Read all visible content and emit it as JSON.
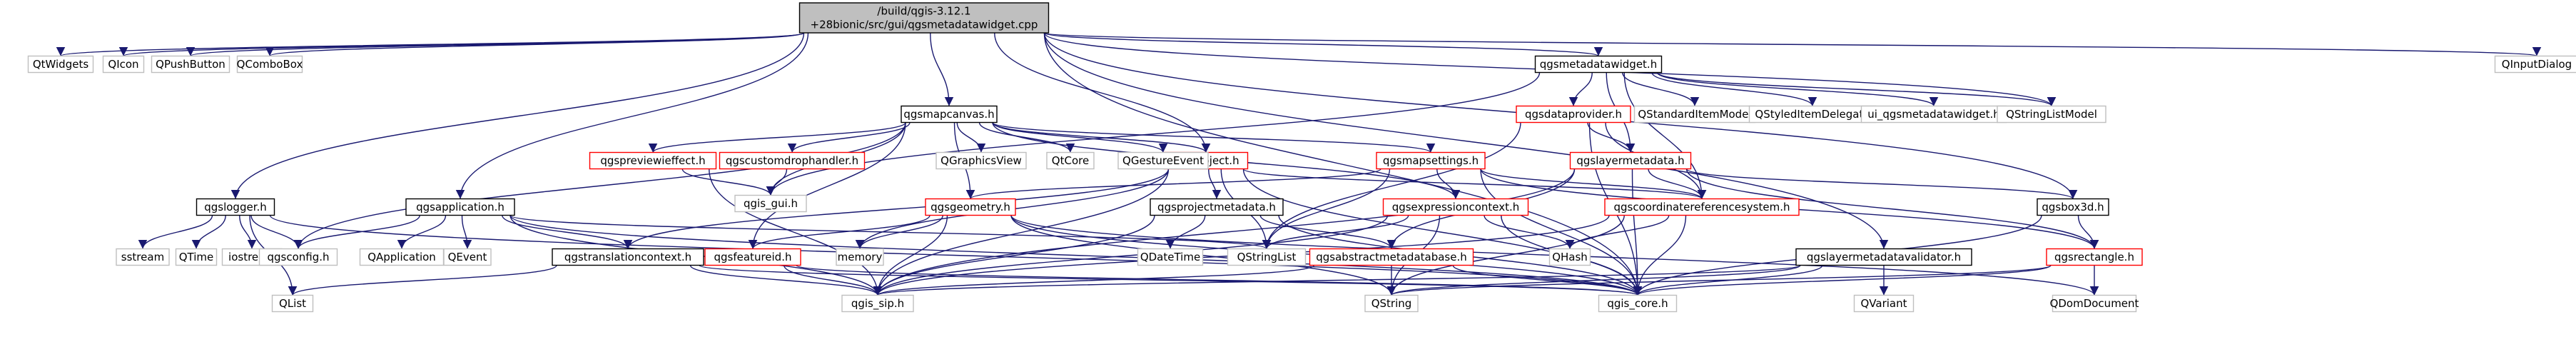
{
  "colors": {
    "edge": "#191970",
    "root_fill": "#bfbfbf",
    "fill": "#ffffff",
    "text": "#000000"
  },
  "nodes": [
    {
      "id": "root",
      "label": [
        "/build/qgis-3.12.1",
        "+28bionic/src/gui/qgsmetadatawidget.cpp"
      ],
      "style": "root"
    },
    {
      "id": "qtwidgets",
      "label": [
        "QtWidgets"
      ],
      "style": "ext"
    },
    {
      "id": "qicon",
      "label": [
        "QIcon"
      ],
      "style": "ext"
    },
    {
      "id": "qpushbutton",
      "label": [
        "QPushButton"
      ],
      "style": "ext"
    },
    {
      "id": "qcombobox",
      "label": [
        "QComboBox"
      ],
      "style": "ext"
    },
    {
      "id": "qinputdialog",
      "label": [
        "QInputDialog"
      ],
      "style": "ext"
    },
    {
      "id": "qgsmetadatawidget_h",
      "label": [
        "qgsmetadatawidget.h"
      ],
      "style": "doc"
    },
    {
      "id": "qgsmapcanvas_h",
      "label": [
        "qgsmapcanvas.h"
      ],
      "style": "doc"
    },
    {
      "id": "qgsdataprovider_h",
      "label": [
        "qgsdataprovider.h"
      ],
      "style": "red"
    },
    {
      "id": "qstandarditemmodel",
      "label": [
        "QStandardItemModel"
      ],
      "style": "ext"
    },
    {
      "id": "qstyleditemdelegate",
      "label": [
        "QStyledItemDelegate"
      ],
      "style": "ext"
    },
    {
      "id": "ui_qgsmetadatawidget",
      "label": [
        "ui_qgsmetadatawidget.h"
      ],
      "style": "ext"
    },
    {
      "id": "qstringlistmodel",
      "label": [
        "QStringListModel"
      ],
      "style": "ext"
    },
    {
      "id": "qgspreviewieffect_h",
      "label": [
        "qgspreviewieffect.h"
      ],
      "style": "red"
    },
    {
      "id": "qgscustomdrophandler_h",
      "label": [
        "qgscustomdrophandler.h"
      ],
      "style": "red"
    },
    {
      "id": "qgsproject_h",
      "label": [
        "qgsproject.h"
      ],
      "style": "red"
    },
    {
      "id": "qgraphicsview",
      "label": [
        "QGraphicsView"
      ],
      "style": "ext"
    },
    {
      "id": "qtcore",
      "label": [
        "QtCore"
      ],
      "style": "ext"
    },
    {
      "id": "qgestureevent",
      "label": [
        "QGestureEvent"
      ],
      "style": "ext"
    },
    {
      "id": "qgsmapsettings_h",
      "label": [
        "qgsmapsettings.h"
      ],
      "style": "red"
    },
    {
      "id": "qgslayermetadata_h",
      "label": [
        "qgslayermetadata.h"
      ],
      "style": "red"
    },
    {
      "id": "qgis_gui_h",
      "label": [
        "qgis_gui.h"
      ],
      "style": "ext"
    },
    {
      "id": "qgslogger_h",
      "label": [
        "qgslogger.h"
      ],
      "style": "doc"
    },
    {
      "id": "qgsapplication_h",
      "label": [
        "qgsapplication.h"
      ],
      "style": "doc"
    },
    {
      "id": "qgsgeometry_h",
      "label": [
        "qgsgeometry.h"
      ],
      "style": "red"
    },
    {
      "id": "qgsprojectmetadata_h",
      "label": [
        "qgsprojectmetadata.h"
      ],
      "style": "doc"
    },
    {
      "id": "qgsexpressioncontext_h",
      "label": [
        "qgsexpressioncontext.h"
      ],
      "style": "red"
    },
    {
      "id": "qgscoordinatereferencesystem_h",
      "label": [
        "qgscoordinatereferencesystem.h"
      ],
      "style": "red"
    },
    {
      "id": "qgsbox3d_h",
      "label": [
        "qgsbox3d.h"
      ],
      "style": "doc"
    },
    {
      "id": "sstream",
      "label": [
        "sstream"
      ],
      "style": "ext"
    },
    {
      "id": "qtime",
      "label": [
        "QTime"
      ],
      "style": "ext"
    },
    {
      "id": "iostream",
      "label": [
        "iostream"
      ],
      "style": "ext"
    },
    {
      "id": "qgsconfig_h",
      "label": [
        "qgsconfig.h"
      ],
      "style": "ext"
    },
    {
      "id": "qapplication",
      "label": [
        "QApplication"
      ],
      "style": "ext"
    },
    {
      "id": "qevent",
      "label": [
        "QEvent"
      ],
      "style": "ext"
    },
    {
      "id": "qgstranslationcontext_h",
      "label": [
        "qgstranslationcontext.h"
      ],
      "style": "doc"
    },
    {
      "id": "memory",
      "label": [
        "memory"
      ],
      "style": "ext"
    },
    {
      "id": "qgsfeatureid_h",
      "label": [
        "qgsfeatureid.h"
      ],
      "style": "red"
    },
    {
      "id": "qdatetime",
      "label": [
        "QDateTime"
      ],
      "style": "ext"
    },
    {
      "id": "qstringlist",
      "label": [
        "QStringList"
      ],
      "style": "ext"
    },
    {
      "id": "qgsabstractmetadatabase_h",
      "label": [
        "qgsabstractmetadatabase.h"
      ],
      "style": "red"
    },
    {
      "id": "qhash",
      "label": [
        "QHash"
      ],
      "style": "ext"
    },
    {
      "id": "qgslayermetadatavalidator_h",
      "label": [
        "qgslayermetadatavalidator.h"
      ],
      "style": "doc"
    },
    {
      "id": "qgsrectangle_h",
      "label": [
        "qgsrectangle.h"
      ],
      "style": "red"
    },
    {
      "id": "qvariant",
      "label": [
        "QVariant"
      ],
      "style": "ext"
    },
    {
      "id": "qlist",
      "label": [
        "QList"
      ],
      "style": "ext"
    },
    {
      "id": "qgis_sip_h",
      "label": [
        "qgis_sip.h"
      ],
      "style": "ext"
    },
    {
      "id": "qstring",
      "label": [
        "QString"
      ],
      "style": "ext"
    },
    {
      "id": "qgis_core_h",
      "label": [
        "qgis_core.h"
      ],
      "style": "ext"
    },
    {
      "id": "qdomdocument",
      "label": [
        "QDomDocument"
      ],
      "style": "ext"
    }
  ],
  "edges": [
    [
      "root",
      "qtwidgets"
    ],
    [
      "root",
      "qicon"
    ],
    [
      "root",
      "qpushbutton"
    ],
    [
      "root",
      "qcombobox"
    ],
    [
      "root",
      "qinputdialog"
    ],
    [
      "root",
      "qgsmetadatawidget_h"
    ],
    [
      "root",
      "qgsmapcanvas_h"
    ],
    [
      "root",
      "qgslogger_h"
    ],
    [
      "root",
      "qgsapplication_h"
    ],
    [
      "root",
      "qgsproject_h"
    ],
    [
      "root",
      "qgsbox3d_h"
    ],
    [
      "root",
      "qgslayermetadatavalidator_h"
    ],
    [
      "root",
      "qstringlistmodel"
    ],
    [
      "root",
      "qgis_core_h"
    ],
    [
      "qgsmetadatawidget_h",
      "qgsdataprovider_h"
    ],
    [
      "qgsmetadatawidget_h",
      "qstandarditemmodel"
    ],
    [
      "qgsmetadatawidget_h",
      "qstyleditemdelegate"
    ],
    [
      "qgsmetadatawidget_h",
      "ui_qgsmetadatawidget"
    ],
    [
      "qgsmetadatawidget_h",
      "qstringlistmodel"
    ],
    [
      "qgsmetadatawidget_h",
      "qgslayermetadata_h"
    ],
    [
      "qgsmetadatawidget_h",
      "qgis_gui_h"
    ],
    [
      "qgsmetadatawidget_h",
      "qgscoordinatereferencesystem_h"
    ],
    [
      "qgsmapcanvas_h",
      "qgspreviewieffect_h"
    ],
    [
      "qgsmapcanvas_h",
      "qgscustomdrophandler_h"
    ],
    [
      "qgsmapcanvas_h",
      "qgsproject_h"
    ],
    [
      "qgsmapcanvas_h",
      "qgraphicsview"
    ],
    [
      "qgsmapcanvas_h",
      "qtcore"
    ],
    [
      "qgsmapcanvas_h",
      "qgestureevent"
    ],
    [
      "qgsmapcanvas_h",
      "qgsmapsettings_h"
    ],
    [
      "qgsmapcanvas_h",
      "qgis_gui_h"
    ],
    [
      "qgsmapcanvas_h",
      "qgsgeometry_h"
    ],
    [
      "qgsmapcanvas_h",
      "qgsconfig_h"
    ],
    [
      "qgsmapcanvas_h",
      "qgsfeatureid_h"
    ],
    [
      "qgsmapcanvas_h",
      "qgsexpressioncontext_h"
    ],
    [
      "qgsdataprovider_h",
      "qgslayermetadata_h"
    ],
    [
      "qgsdataprovider_h",
      "qgis_core_h"
    ],
    [
      "qgsdataprovider_h",
      "qstringlist"
    ],
    [
      "qgsdataprovider_h",
      "qgscoordinatereferencesystem_h"
    ],
    [
      "qgspreviewieffect_h",
      "qgis_gui_h"
    ],
    [
      "qgspreviewieffect_h",
      "qgis_sip_h"
    ],
    [
      "qgscustomdrophandler_h",
      "qgis_gui_h"
    ],
    [
      "qgsproject_h",
      "qgsprojectmetadata_h"
    ],
    [
      "qgsproject_h",
      "qgscoordinatereferencesystem_h"
    ],
    [
      "qgsproject_h",
      "memory"
    ],
    [
      "qgsproject_h",
      "qgis_core_h"
    ],
    [
      "qgsproject_h",
      "qgstranslationcontext_h"
    ],
    [
      "qgsproject_h",
      "qstringlist"
    ],
    [
      "qgsproject_h",
      "qgis_sip_h"
    ],
    [
      "qgsmapsettings_h",
      "qgsexpressioncontext_h"
    ],
    [
      "qgsmapsettings_h",
      "qgscoordinatereferencesystem_h"
    ],
    [
      "qgsmapsettings_h",
      "qgsgeometry_h"
    ],
    [
      "qgsmapsettings_h",
      "qgsrectangle_h"
    ],
    [
      "qgsmapsettings_h",
      "qgis_core_h"
    ],
    [
      "qgsmapsettings_h",
      "qstringlist"
    ],
    [
      "qgslayermetadata_h",
      "qgsabstractmetadatabase_h"
    ],
    [
      "qgslayermetadata_h",
      "qgscoordinatereferencesystem_h"
    ],
    [
      "qgslayermetadata_h",
      "qgsbox3d_h"
    ],
    [
      "qgslayermetadata_h",
      "qgsrectangle_h"
    ],
    [
      "qgslayermetadata_h",
      "qgis_core_h"
    ],
    [
      "qgslayermetadata_h",
      "qgis_sip_h"
    ],
    [
      "qgslogger_h",
      "sstream"
    ],
    [
      "qgslogger_h",
      "qtime"
    ],
    [
      "qgslogger_h",
      "iostream"
    ],
    [
      "qgslogger_h",
      "qgsconfig_h"
    ],
    [
      "qgslogger_h",
      "qgis_core_h"
    ],
    [
      "qgslogger_h",
      "qlist"
    ],
    [
      "qgsapplication_h",
      "qapplication"
    ],
    [
      "qgsapplication_h",
      "qevent"
    ],
    [
      "qgsapplication_h",
      "qgsconfig_h"
    ],
    [
      "qgsapplication_h",
      "qgstranslationcontext_h"
    ],
    [
      "qgsapplication_h",
      "qgis_sip_h"
    ],
    [
      "qgsapplication_h",
      "qgis_core_h"
    ],
    [
      "qgsapplication_h",
      "qstringlist"
    ],
    [
      "qgsgeometry_h",
      "qgsfeatureid_h"
    ],
    [
      "qgsgeometry_h",
      "memory"
    ],
    [
      "qgsgeometry_h",
      "qgis_sip_h"
    ],
    [
      "qgsgeometry_h",
      "qgis_core_h"
    ],
    [
      "qgsgeometry_h",
      "qstring"
    ],
    [
      "qgsgeometry_h",
      "qdomdocument"
    ],
    [
      "qgsprojectmetadata_h",
      "qdatetime"
    ],
    [
      "qgsprojectmetadata_h",
      "qgsabstractmetadatabase_h"
    ],
    [
      "qgsprojectmetadata_h",
      "qgis_sip_h"
    ],
    [
      "qgsprojectmetadata_h",
      "qgis_core_h"
    ],
    [
      "qgsexpressioncontext_h",
      "qstringlist"
    ],
    [
      "qgsexpressioncontext_h",
      "qhash"
    ],
    [
      "qgsexpressioncontext_h",
      "qstring"
    ],
    [
      "qgsexpressioncontext_h",
      "qgis_core_h"
    ],
    [
      "qgsexpressioncontext_h",
      "qgis_sip_h"
    ],
    [
      "qgscoordinatereferencesystem_h",
      "qhash"
    ],
    [
      "qgscoordinatereferencesystem_h",
      "qgis_core_h"
    ],
    [
      "qgscoordinatereferencesystem_h",
      "qgis_sip_h"
    ],
    [
      "qgscoordinatereferencesystem_h",
      "qstring"
    ],
    [
      "qgsbox3d_h",
      "qgsrectangle_h"
    ],
    [
      "qgsbox3d_h",
      "qgis_core_h"
    ],
    [
      "qgstranslationcontext_h",
      "qgis_sip_h"
    ],
    [
      "qgstranslationcontext_h",
      "qgis_core_h"
    ],
    [
      "qgstranslationcontext_h",
      "qlist"
    ],
    [
      "qgsfeatureid_h",
      "qgis_sip_h"
    ],
    [
      "qgsfeatureid_h",
      "qgis_core_h"
    ],
    [
      "qgsabstractmetadatabase_h",
      "qgis_sip_h"
    ],
    [
      "qgsabstractmetadatabase_h",
      "qgis_core_h"
    ],
    [
      "qgsabstractmetadatabase_h",
      "qstring"
    ],
    [
      "qgslayermetadatavalidator_h",
      "qgis_core_h"
    ],
    [
      "qgslayermetadatavalidator_h",
      "qgis_sip_h"
    ],
    [
      "qgslayermetadatavalidator_h",
      "qstring"
    ],
    [
      "qgslayermetadatavalidator_h",
      "qvariant"
    ],
    [
      "qgsrectangle_h",
      "qgis_core_h"
    ],
    [
      "qgsrectangle_h",
      "qdomdocument"
    ],
    [
      "qgsrectangle_h",
      "qstring"
    ]
  ]
}
